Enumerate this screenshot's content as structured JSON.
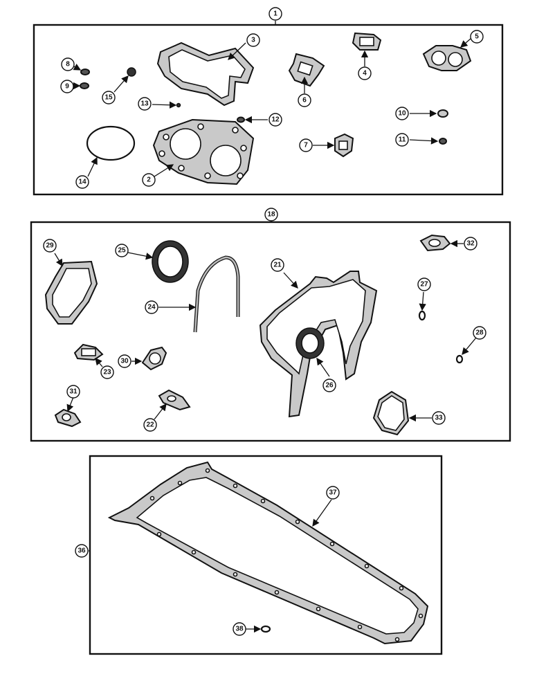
{
  "callouts": {
    "c1": "1",
    "c2": "2",
    "c3": "3",
    "c4": "4",
    "c5": "5",
    "c6": "6",
    "c7": "7",
    "c8": "8",
    "c9": "9",
    "c10": "10",
    "c11": "11",
    "c12": "12",
    "c13": "13",
    "c14": "14",
    "c15": "15",
    "c18": "18",
    "c21": "21",
    "c22": "22",
    "c23": "23",
    "c24": "24",
    "c25": "25",
    "c26": "26",
    "c27": "27",
    "c28": "28",
    "c29": "29",
    "c30": "30",
    "c31": "31",
    "c32": "32",
    "c33": "33",
    "c36": "36",
    "c37": "37",
    "c38": "38"
  }
}
